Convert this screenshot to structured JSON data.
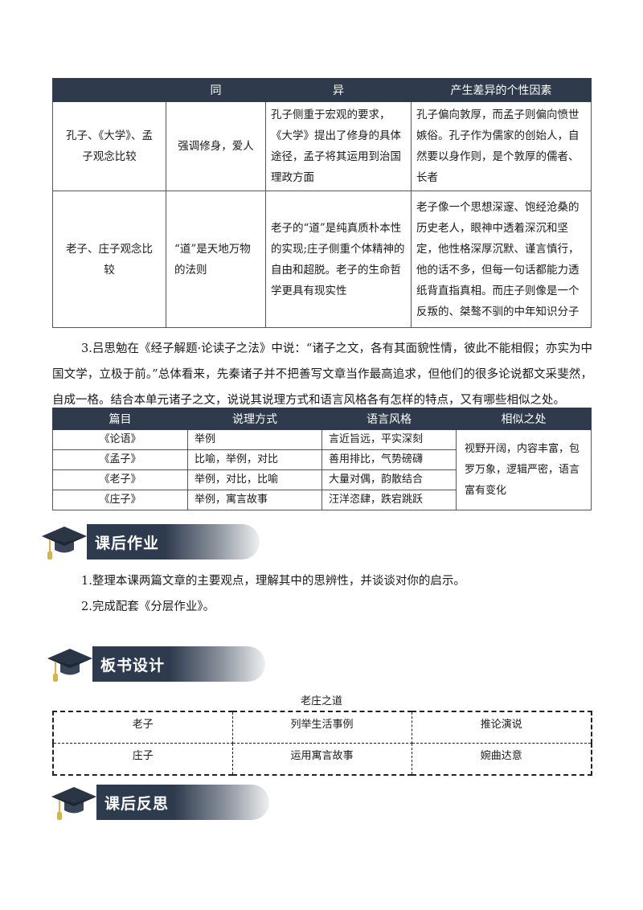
{
  "table1": {
    "headers": [
      "",
      "同",
      "异",
      "产生差异的个性因素"
    ],
    "rows": [
      {
        "label": "孔子、《大学》、孟子观念比较",
        "same": "强调修身，爱人",
        "diff": "孔子侧重于宏观的要求，《大学》提出了修身的具体途径，孟子将其运用到治国理政方面",
        "factor": "孔子偏向敦厚，而孟子则偏向愤世嫉俗。孔子作为儒家的创始人，自然要以身作则，是个敦厚的儒者、长者"
      },
      {
        "label": "老子、庄子观念比较",
        "same": "“道”是天地万物的法则",
        "diff": "老子的“道”是纯真质朴本性的实现;庄子侧重个体精神的自由和超脱。老子的生命哲学更具有现实性",
        "factor": "老子像一个思想深邃、饱经沧桑的历史老人，眼神中透着深沉和坚定，他性格深厚沉默、谨言慎行，他的话不多，但每一句话都能力透纸背直指真相。而庄子则像是一个反叛的、桀骜不驯的中年知识分子"
      }
    ]
  },
  "paragraph": "3.吕思勉在《经子解题·论读子之法》中说：“诸子之文，各有其面貌性情，彼此不能相假；亦实为中国文学，立极于前。”总体看来，先秦诸子并不把善写文章当作最高追求，但他们的很多论说都文采斐然，自成一格。结合本单元诸子之文，说说其说理方式和语言风格各有怎样的特点，又有哪些相似之处。",
  "table2": {
    "headers": [
      "篇目",
      "说理方式",
      "语言风格",
      "相似之处"
    ],
    "rows": [
      {
        "title": "《论语》",
        "method": "举例",
        "style": "言近旨远，平实深刻"
      },
      {
        "title": "《孟子》",
        "method": "比喻，举例，对比",
        "style": "善用排比，气势磅礴"
      },
      {
        "title": "《老子》",
        "method": "举例，对比，比喻",
        "style": "大量对偶，韵散结合"
      },
      {
        "title": "《庄子》",
        "method": "举例，寓言故事",
        "style": "汪洋恣肆，跌宕跳跃"
      }
    ],
    "similarity": "视野开阔，内容丰富，包罗万象，逻辑严密，语言富有变化"
  },
  "section_homework": {
    "title": "课后作业",
    "items": [
      "1.整理本课两篇文章的主要观点，理解其中的思辨性，并谈谈对你的启示。",
      "2.完成配套《分层作业》。"
    ]
  },
  "section_board": {
    "title": "板书设计",
    "board_title": "老庄之道",
    "rows": [
      [
        "老子",
        "列举生活事例",
        "推论演说"
      ],
      [
        "庄子",
        "运用寓言故事",
        "婉曲达意"
      ]
    ]
  },
  "section_reflection": {
    "title": "课后反思"
  },
  "icons": {
    "section_icon": "graduation-cap-icon"
  },
  "colors": {
    "header_bg": "#2f3a4c",
    "cap_tassel": "#d8b24a"
  }
}
